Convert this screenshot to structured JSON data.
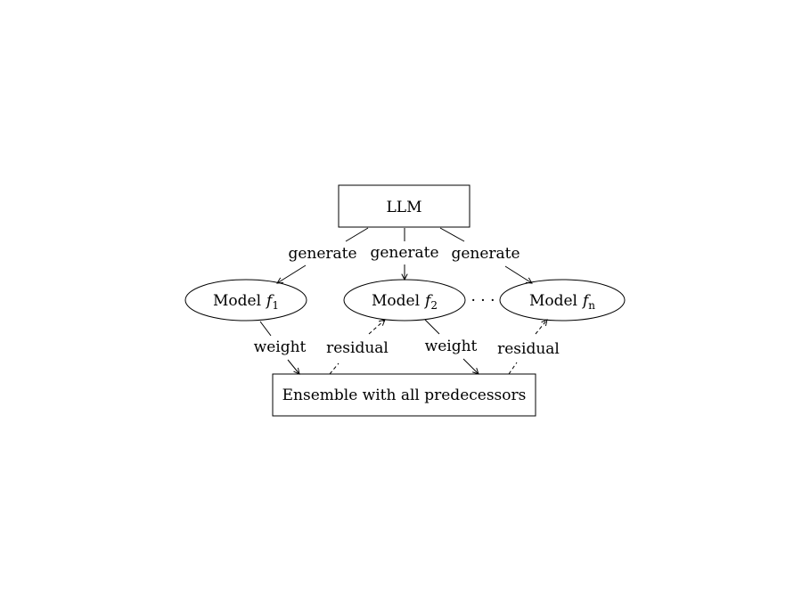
{
  "nodes": {
    "llm": {
      "label": "LLM"
    },
    "model_1": {
      "label": "Model",
      "var": "f",
      "sub": "1"
    },
    "model_2": {
      "label": "Model",
      "var": "f",
      "sub": "2"
    },
    "model_n": {
      "label": "Model",
      "var": "f",
      "sub": "n"
    },
    "ensemble": {
      "label": "Ensemble with all predecessors"
    }
  },
  "ellipsis": "· · ·",
  "edges": {
    "gen_1": "generate",
    "gen_2": "generate",
    "gen_n": "generate",
    "weight_1": "weight",
    "residual_2": "residual",
    "weight_2": "weight",
    "residual_n": "residual"
  }
}
